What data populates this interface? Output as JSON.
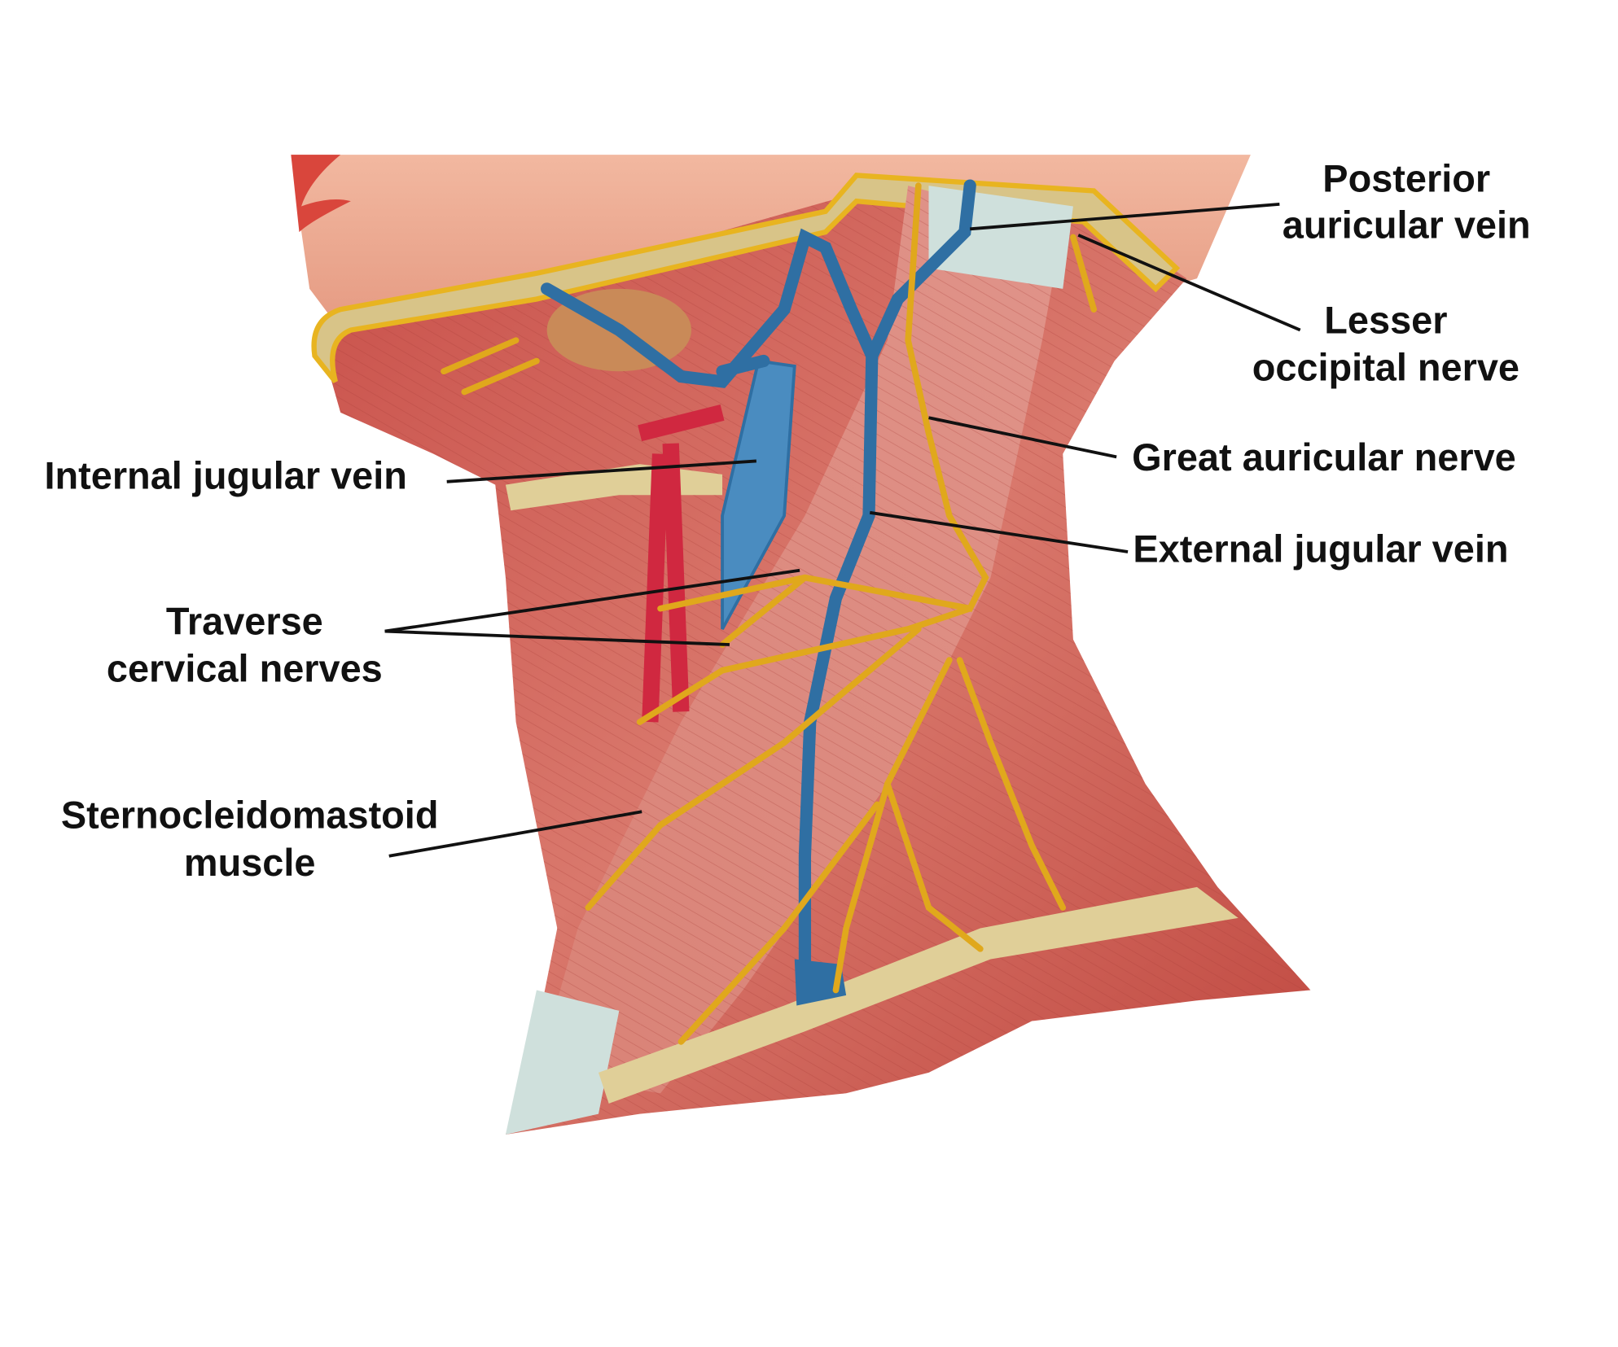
{
  "title": "Superficial structures of the lateral neck",
  "colors": {
    "vein": "#2f6fa3",
    "nerve": "#e0a81c",
    "muscle": "#c9544a",
    "artery": "#d02840",
    "tendon": "#cfe0dc"
  },
  "labels": {
    "posterior_auricular_vein": [
      "Posterior",
      "auricular vein"
    ],
    "lesser_occipital_nerve": [
      "Lesser",
      "occipital nerve"
    ],
    "great_auricular_nerve": "Great auricular nerve",
    "external_jugular_vein": "External jugular vein",
    "internal_jugular_vein": "Internal jugular vein",
    "traverse_cervical_nerves": [
      "Traverse",
      "cervical nerves"
    ],
    "sternocleidomastoid_muscle": [
      "Sternocleidomastoid",
      "muscle"
    ]
  }
}
